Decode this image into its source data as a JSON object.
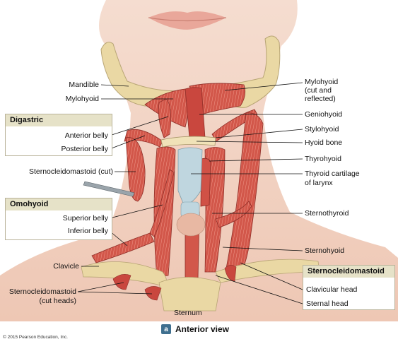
{
  "labels": {
    "mandible": "Mandible",
    "mylohyoid": "Mylohyoid",
    "anterior_belly": "Anterior belly",
    "posterior_belly": "Posterior belly",
    "scm_cut": "Sternocleidomastoid (cut)",
    "superior_belly": "Superior belly",
    "inferior_belly": "Inferior belly",
    "clavicle": "Clavicle",
    "scm_cut_heads_1": "Sternocleidomastoid",
    "scm_cut_heads_2": "(cut heads)",
    "sternum": "Sternum",
    "mylohyoid_cut_1": "Mylohyoid",
    "mylohyoid_cut_2": "(cut and",
    "mylohyoid_cut_3": "reflected)",
    "geniohyoid": "Geniohyoid",
    "stylohyoid": "Stylohyoid",
    "hyoid_bone": "Hyoid bone",
    "thyrohyoid": "Thyrohyoid",
    "thyroid_cartilage_1": "Thyroid cartilage",
    "thyroid_cartilage_2": "of larynx",
    "sternothyroid": "Sternothyroid",
    "sternohyoid": "Sternohyoid",
    "clavicular_head": "Clavicular head",
    "sternal_head": "Sternal head"
  },
  "groups": {
    "digastric": "Digastric",
    "omohyoid": "Omohyoid",
    "sternocleidomastoid": "Sternocleidomastoid"
  },
  "caption": {
    "badge": "a",
    "text": "Anterior view"
  },
  "copyright": "© 2015 Pearson Education, Inc.",
  "colors": {
    "skin": "#f2d3c4",
    "muscle": "#c9473e",
    "muscle_light": "#e07a6a",
    "bone": "#ecd9a6",
    "cartilage": "#bfd6df",
    "thyroid_gland": "#e8b8a3",
    "leader": "#111111",
    "group_header": "#e6e2c8"
  }
}
